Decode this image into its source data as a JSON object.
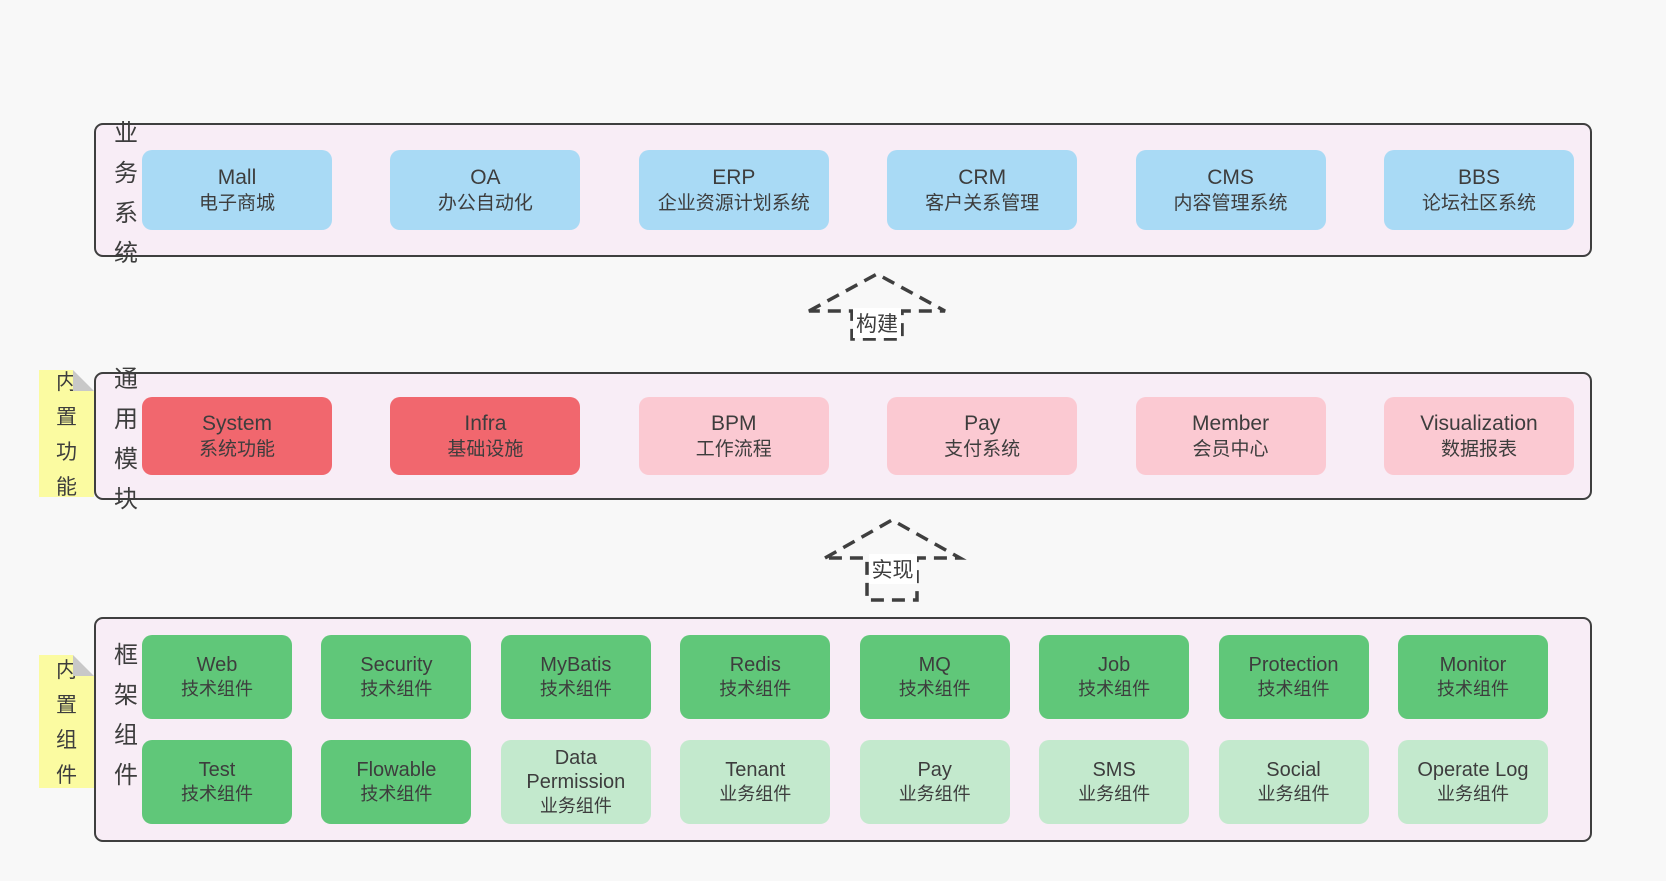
{
  "colors": {
    "page_bg": "#f8f8f8",
    "panel_bg": "#f8edf6",
    "panel_border": "#3f3f3f",
    "blue": "#a9daf5",
    "red": "#f1676e",
    "pink": "#fbc9d2",
    "green": "#60c779",
    "lightgreen": "#c3e9cd",
    "tab_yellow": "#fbfba1",
    "tab_fold": "#c8c8c8",
    "text": "#3d3d3d",
    "arrow": "#3f3f3f",
    "arrow_label_bg": "#ffffff"
  },
  "arrows": [
    {
      "id": "build",
      "label": "构建"
    },
    {
      "id": "implement",
      "label": "实现"
    }
  ],
  "panels": [
    {
      "id": "business",
      "side_label": "业务系统",
      "tab": null,
      "rows": [
        [
          {
            "name": "Mall",
            "subtitle": "电子商城",
            "variant": "blue"
          },
          {
            "name": "OA",
            "subtitle": "办公自动化",
            "variant": "blue"
          },
          {
            "name": "ERP",
            "subtitle": "企业资源计划系统",
            "variant": "blue"
          },
          {
            "name": "CRM",
            "subtitle": "客户关系管理",
            "variant": "blue"
          },
          {
            "name": "CMS",
            "subtitle": "内容管理系统",
            "variant": "blue"
          },
          {
            "name": "BBS",
            "subtitle": "论坛社区系统",
            "variant": "blue"
          }
        ]
      ]
    },
    {
      "id": "modules",
      "side_label": "通用模块",
      "tab": "内置功能",
      "rows": [
        [
          {
            "name": "System",
            "subtitle": "系统功能",
            "variant": "red"
          },
          {
            "name": "Infra",
            "subtitle": "基础设施",
            "variant": "red"
          },
          {
            "name": "BPM",
            "subtitle": "工作流程",
            "variant": "pink"
          },
          {
            "name": "Pay",
            "subtitle": "支付系统",
            "variant": "pink"
          },
          {
            "name": "Member",
            "subtitle": "会员中心",
            "variant": "pink"
          },
          {
            "name": "Visualization",
            "subtitle": "数据报表",
            "variant": "pink"
          }
        ]
      ]
    },
    {
      "id": "components",
      "side_label": "框架组件",
      "tab": "内置组件",
      "rows": [
        [
          {
            "name": "Web",
            "subtitle": "技术组件",
            "variant": "green"
          },
          {
            "name": "Security",
            "subtitle": "技术组件",
            "variant": "green"
          },
          {
            "name": "MyBatis",
            "subtitle": "技术组件",
            "variant": "green"
          },
          {
            "name": "Redis",
            "subtitle": "技术组件",
            "variant": "green"
          },
          {
            "name": "MQ",
            "subtitle": "技术组件",
            "variant": "green"
          },
          {
            "name": "Job",
            "subtitle": "技术组件",
            "variant": "green"
          },
          {
            "name": "Protection",
            "subtitle": "技术组件",
            "variant": "green"
          },
          {
            "name": "Monitor",
            "subtitle": "技术组件",
            "variant": "green"
          }
        ],
        [
          {
            "name": "Test",
            "subtitle": "技术组件",
            "variant": "green"
          },
          {
            "name": "Flowable",
            "subtitle": "技术组件",
            "variant": "green"
          },
          {
            "name": "Data Permission",
            "subtitle": "业务组件",
            "variant": "lightgreen"
          },
          {
            "name": "Tenant",
            "subtitle": "业务组件",
            "variant": "lightgreen"
          },
          {
            "name": "Pay",
            "subtitle": "业务组件",
            "variant": "lightgreen"
          },
          {
            "name": "SMS",
            "subtitle": "业务组件",
            "variant": "lightgreen"
          },
          {
            "name": "Social",
            "subtitle": "业务组件",
            "variant": "lightgreen"
          },
          {
            "name": "Operate Log",
            "subtitle": "业务组件",
            "variant": "lightgreen"
          }
        ]
      ]
    }
  ]
}
